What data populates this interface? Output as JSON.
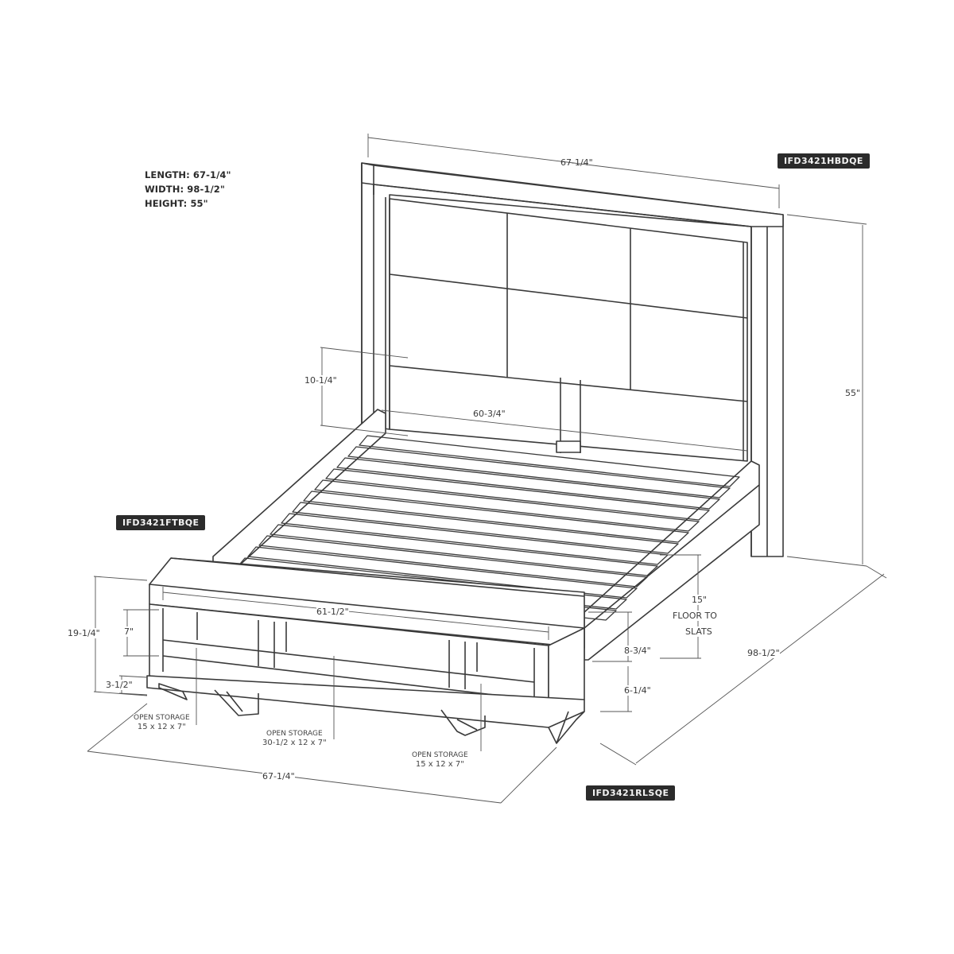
{
  "specs": {
    "length": "LENGTH: 67-1/4\"",
    "width": "WIDTH: 98-1/2\"",
    "height": "HEIGHT: 55\""
  },
  "part_tags": {
    "headboard": "IFD3421HBDQE",
    "footboard": "IFD3421FTBQE",
    "rails": "IFD3421RLSQE"
  },
  "dimensions": {
    "headboard_width": "67-1/4\"",
    "overall_height": "55\"",
    "headboard_panel_gap": "10-1/4\"",
    "inner_width": "60-3/4\"",
    "footboard_inner_width": "61-1/2\"",
    "footboard_height": "19-1/4\"",
    "storage_height": "7\"",
    "footboard_leg": "3-1/2\"",
    "floor_to_slats": "15\"",
    "floor_to_slats_label_1": "FLOOR TO",
    "floor_to_slats_label_2": "SLATS",
    "rail_height": "8-3/4\"",
    "rail_clearance": "6-1/4\"",
    "overall_length": "98-1/2\"",
    "footboard_width": "67-1/4\""
  },
  "storage_notes": [
    {
      "title": "OPEN STORAGE",
      "size": "15 x 12 x 7\""
    },
    {
      "title": "OPEN STORAGE",
      "size": "30-1/2 x 12 x 7\""
    },
    {
      "title": "OPEN STORAGE",
      "size": "15 x 12 x 7\""
    }
  ],
  "colors": {
    "line": "#3a3a3a",
    "tag_bg": "#2b2b2b",
    "tag_text": "#f2f2f2",
    "background": "#ffffff"
  }
}
